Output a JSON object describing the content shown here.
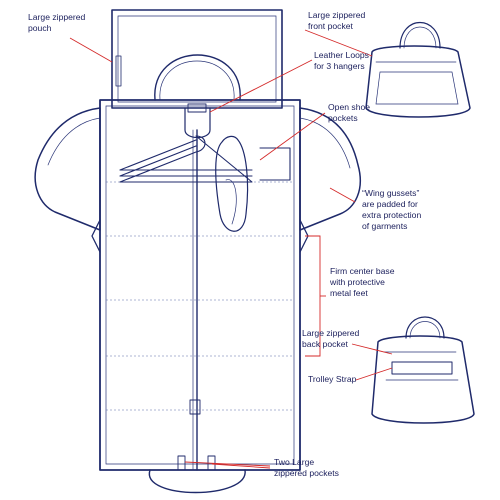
{
  "labels": {
    "pouch": [
      "Large zippered",
      "pouch"
    ],
    "front_pocket": [
      "Large zippered",
      "front pocket"
    ],
    "loops": [
      "Leather Loops",
      "for 3 hangers"
    ],
    "shoe": [
      "Open shoe",
      "pockets"
    ],
    "wing": [
      "“Wing gussets”",
      "are padded for",
      "extra protection",
      "of garments"
    ],
    "base": [
      "Firm center base",
      "with protective",
      "metal feet"
    ],
    "back_pocket": [
      "Large zippered",
      "back pocket"
    ],
    "trolley": [
      "Trolley Strap"
    ],
    "two_pockets": [
      "Two Large",
      "zippered pockets"
    ]
  },
  "colors": {
    "ink": "#1f2a6b",
    "leader": "#d42a2a",
    "paper": "#ffffff"
  }
}
